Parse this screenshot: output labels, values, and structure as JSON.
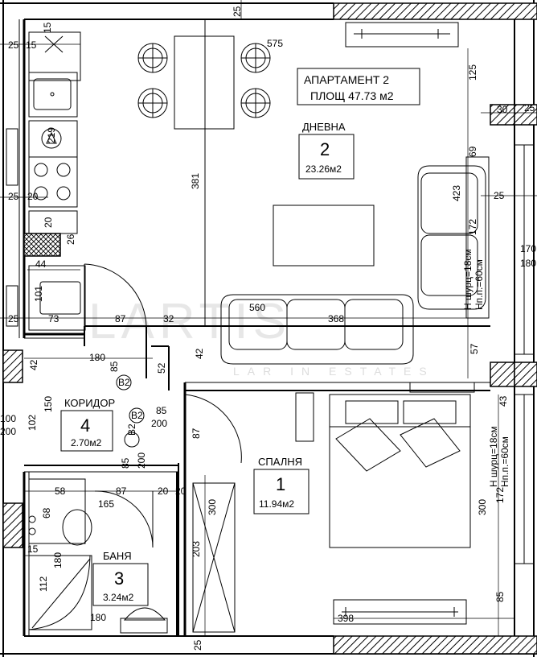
{
  "apartment": {
    "name": "АПАРТАМЕНТ 2",
    "area": "ПЛОЩ 47.73 м2"
  },
  "rooms": {
    "living": {
      "name": "ДНЕВНА",
      "number": "2",
      "area": "23.26м2"
    },
    "bedroom": {
      "name": "СПАЛНЯ",
      "number": "1",
      "area": "11.94м2"
    },
    "corridor": {
      "name": "КОРИДОР",
      "number": "4",
      "area": "2.70м2"
    },
    "bath": {
      "name": "БАНЯ",
      "number": "3",
      "area": "3.24м2"
    }
  },
  "doors": {
    "b2_1": "B2",
    "b2_2": "B2",
    "b2_3": "B2",
    "size_85": "85",
    "size_200": "200"
  },
  "window_notes": {
    "living": [
      "Н шурц=18см",
      "Нп.п.=60см"
    ],
    "bedroom": [
      "Н шурц=18см",
      "Нп.п.=60см"
    ]
  },
  "dimensions": {
    "d25a": "25",
    "d15a": "15",
    "d25b": "25",
    "d15b": "15",
    "d575": "575",
    "d125": "125",
    "d30": "30",
    "d25c": "25",
    "d69": "69",
    "d423": "423",
    "d25d": "25",
    "d172a": "172",
    "d170": "170",
    "d180a": "180",
    "d219": "219",
    "d381": "381",
    "d25e": "25",
    "d20a": "20",
    "d20b": "20",
    "d26": "26",
    "d44": "44",
    "d101": "101",
    "d25f": "25",
    "d73": "73",
    "d87a": "87",
    "d32": "32",
    "d560": "560",
    "d368": "368",
    "d180b": "180",
    "d85a": "85",
    "d42a": "42",
    "d52": "52",
    "d42b": "42",
    "d57": "57",
    "d43": "43",
    "d100": "100",
    "d200a": "200",
    "d102": "102",
    "d150": "150",
    "d87b": "87",
    "d85b": "85",
    "d200b": "200",
    "d87c": "87",
    "d20c": "20",
    "d20d": "20",
    "d165": "165",
    "d58": "58",
    "d68": "68",
    "d300a": "300",
    "d300b": "300",
    "d172b": "172",
    "d15c": "15",
    "d180c": "180",
    "d203": "203",
    "d112": "112",
    "d180d": "180",
    "d85c": "85",
    "d398": "398",
    "d25g": "25"
  },
  "watermark": {
    "main": "LARTIS",
    "sub": "LAR IN ESTATES"
  }
}
